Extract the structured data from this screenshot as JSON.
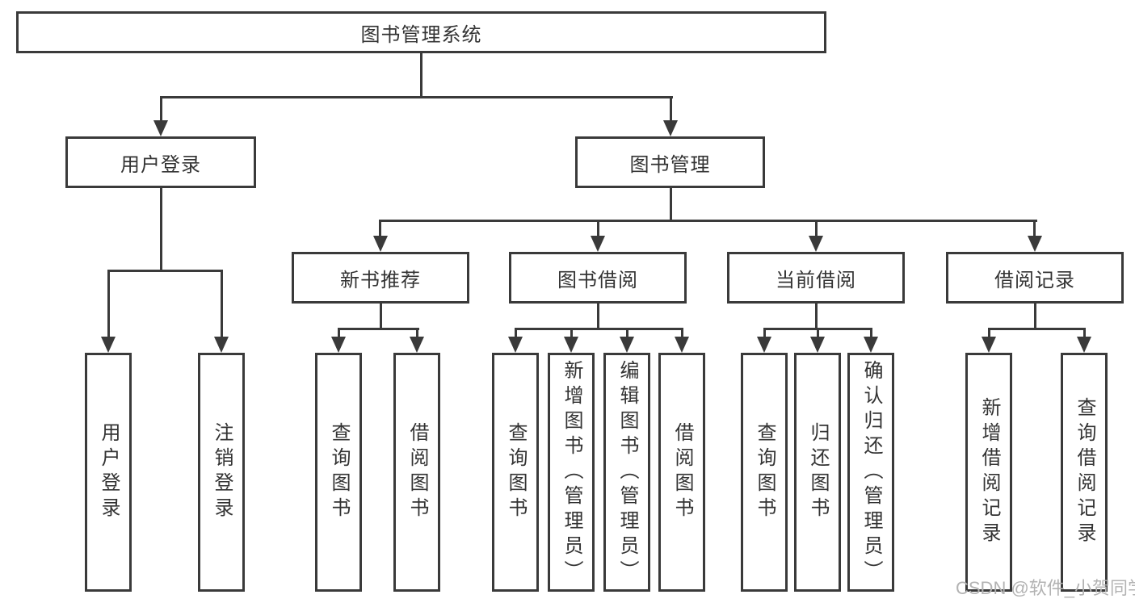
{
  "colors": {
    "line": "#3a3a3a",
    "text": "#333333",
    "watermark": "#b3b3b3",
    "background": "#ffffff"
  },
  "watermark": {
    "text": "CSDN @软件_小贺同学"
  },
  "tree": {
    "label": "图书管理系统",
    "children": [
      {
        "label": "用户登录",
        "children": [
          {
            "label": "用户登录"
          },
          {
            "label": "注销登录"
          }
        ]
      },
      {
        "label": "图书管理",
        "children": [
          {
            "label": "新书推荐",
            "children": [
              {
                "label": "查询图书"
              },
              {
                "label": "借阅图书"
              }
            ]
          },
          {
            "label": "图书借阅",
            "children": [
              {
                "label": "查询图书"
              },
              {
                "label": "新增图书（管理员）"
              },
              {
                "label": "编辑图书（管理员）"
              },
              {
                "label": "借阅图书"
              }
            ]
          },
          {
            "label": "当前借阅",
            "children": [
              {
                "label": "查询图书"
              },
              {
                "label": "归还图书"
              },
              {
                "label": "确认归还（管理员）"
              }
            ]
          },
          {
            "label": "借阅记录",
            "children": [
              {
                "label": "新增借阅记录"
              },
              {
                "label": "查询借阅记录"
              }
            ]
          }
        ]
      }
    ]
  }
}
